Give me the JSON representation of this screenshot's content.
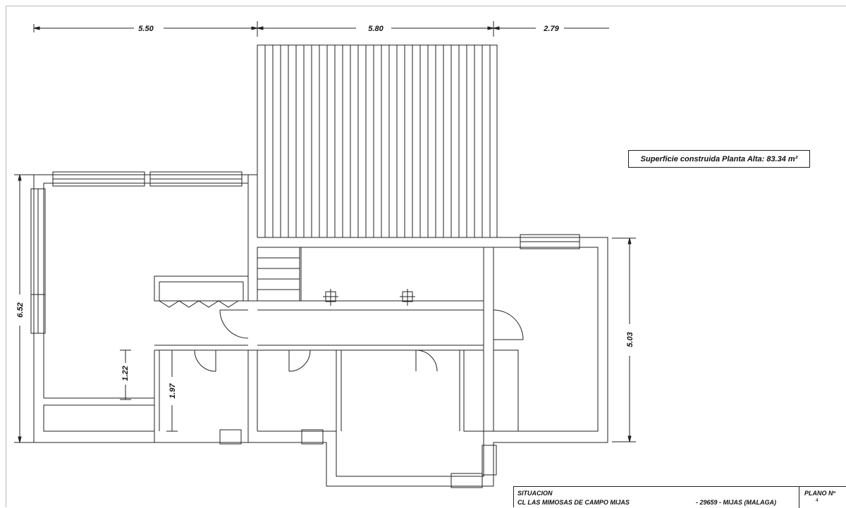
{
  "dimensions": {
    "top_left": "5.50",
    "top_middle": "5.80",
    "top_right": "2.79",
    "left_height": "6.52",
    "right_height": "5.03",
    "inner_a": "1.22",
    "inner_b": "1.97"
  },
  "area_label": "Superficie construida Planta Alta: 83.34 m²",
  "title_block": {
    "situacion_label": "SITUACION",
    "address": "CL LAS MIMOSAS DE CAMPO MIJAS",
    "city": "- 29659 - MIJAS (MALAGA)",
    "plano_label": "PLANO Nº",
    "plano_number": "4"
  },
  "colors": {
    "line": "#222222",
    "background": "#ffffff"
  }
}
